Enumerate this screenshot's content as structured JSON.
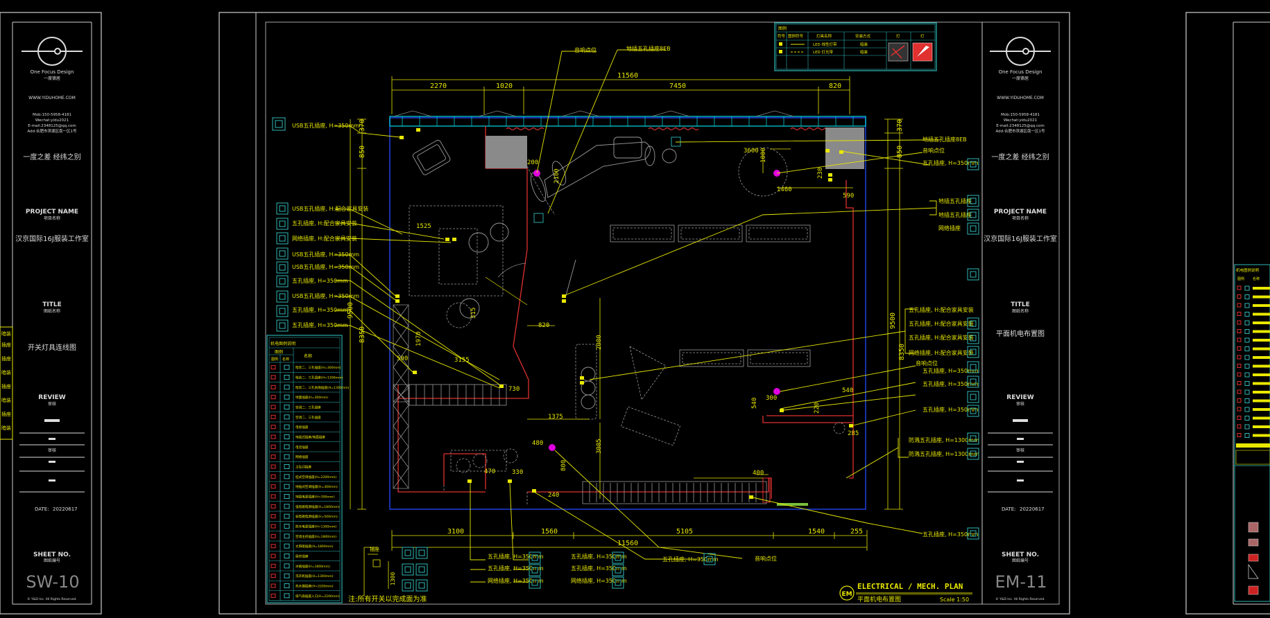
{
  "colors": {
    "background": "#000000",
    "frame": "#cfcfcf",
    "wall": "#e03030",
    "dimension": "#e8e800",
    "cyan": "#00c8d8",
    "outlet": "#2fb8b8",
    "blue": "#2040e0",
    "gray_furniture": "#9a9a9a",
    "magenta": "#e000e0"
  },
  "left_sheet": {
    "company": "One Focus Design",
    "company_cn": "一度德居",
    "website": "WWW.YIDUHOME.COM",
    "contact_lines": [
      "Mob:150-5958-4181",
      "Wechat:yidu2021",
      "E-mail:2348125@qq.com",
      "Add:合肥市滨湖区南一区1号"
    ],
    "slogan": "一度之差  经纬之别",
    "project_name_label": "PROJECT NAME",
    "project_name_cn": "项目名称",
    "project_name": "汉京国际16J服装工作室",
    "title_label": "TITLE",
    "title_cn": "图纸名称",
    "title": "开关灯具连线图",
    "review_label": "REVIEW",
    "review_cn": "审核",
    "review_note": "审核",
    "date_label": "DATE:",
    "date": "20220617",
    "sheet_no_label": "SHEET NO.",
    "sheet_no_cn": "图纸编号",
    "sheet_no": "SW-10",
    "copyright": "© Y&D Inc. All Rights Reserved."
  },
  "right_sheet": {
    "company": "One Focus Design",
    "company_cn": "一度德居",
    "website": "WWW.YIDUHOME.COM",
    "contact_lines": [
      "Mob:150-5958-4181",
      "Wechat:yidu2021",
      "E-mail:2348125@qq.com",
      "Add:合肥市滨湖区南一区1号"
    ],
    "slogan": "一度之差  经纬之别",
    "project_name_label": "PROJECT NAME",
    "project_name_cn": "项目名称",
    "project_name": "汉京国际16J服装工作室",
    "title_label": "TITLE",
    "title_cn": "图纸名称",
    "title": "平面机电布置图",
    "review_label": "REVIEW",
    "review_cn": "审核",
    "review_note": "审核",
    "date_label": "DATE:",
    "date": "20220617",
    "sheet_no_label": "SHEET NO.",
    "sheet_no_cn": "图纸编号",
    "sheet_no": "EM-11",
    "copyright": "© Y&D Inc. All Rights Reserved."
  },
  "plan": {
    "title_en": "ELECTRICAL / MECH. PLAN",
    "title_cn": "平面机电布置图",
    "scale": "Scale 1:50",
    "badge": "EM",
    "note": "注:所有开关以完成面为准",
    "top_dims": [
      "2270",
      "1020",
      "7450",
      "820"
    ],
    "top_total": "11560",
    "bottom_dims": [
      "3100",
      "1560",
      "5105",
      "1540",
      "255"
    ],
    "bottom_total": "11560",
    "left_dims": [
      "370",
      "850",
      "9500",
      "8350"
    ],
    "right_dims": [
      "370",
      "850",
      "9500",
      "8350"
    ],
    "inner_dims": [
      "1525",
      "2100",
      "200",
      "3600",
      "1000",
      "1460",
      "590",
      "230",
      "820",
      "2000",
      "1970",
      "3155",
      "315",
      "500",
      "730",
      "1375",
      "3005",
      "480",
      "800",
      "470",
      "330",
      "240",
      "400",
      "540",
      "300",
      "220",
      "540",
      "285"
    ],
    "top_callouts": [
      "音响点位",
      "地插五孔插座8EB"
    ],
    "left_callouts": [
      "USB五孔插座, H=350mm",
      "USB五孔插座, H:配合家具安装",
      "五孔插座, H:配合家具安装",
      "网络插座, H:配合家具安装",
      "USB五孔插座, H=350mm",
      "USB五孔插座, H=350mm",
      "五孔插座, H=350mm",
      "USB五孔插座, H=350mm",
      "五孔插座, H=350mm",
      "五孔插座, H=350mm"
    ],
    "right_callouts": [
      "地插五孔插座8EB",
      "音响点位",
      "五孔插座, H=350mm",
      "地插五孔插座",
      "地插五孔插座",
      "网络插座",
      "五孔插座, H:配合家具安装",
      "五孔插座, H:配合家具安装",
      "五孔插座, H:配合家具安装",
      "网络插座, H:配合家具安装",
      "音响点位",
      "五孔插座, H=350mm",
      "五孔插座, H=350mm",
      "五孔插座, H=350mm",
      "防溅五孔插座, H=1300mm",
      "防溅五孔插座, H=1300mm",
      "五孔插座, H=350mm"
    ],
    "bottom_callouts": [
      "五孔插座, H=350mm",
      "五孔插座, H=350mm",
      "网络插座, H=350mm",
      "五孔插座, H=350mm",
      "五孔插座, H=350mm",
      "网络插座, H=350mm",
      "五孔插座, H=350mm",
      "音响点位"
    ],
    "small_label": "插座",
    "bottom_small_dim": "1300"
  },
  "top_legend": {
    "title": "图例",
    "headers": [
      "符号",
      "图例符号",
      "灯具名称",
      "安装方式",
      "灯",
      "灯"
    ],
    "rows": [
      [
        "LED 线性灯带",
        "暗装"
      ],
      [
        "LED 灯光带",
        "暗装"
      ]
    ]
  },
  "left_legend": {
    "title": "机电图例说明",
    "headers": [
      "图例",
      "名称"
    ],
    "sub_headers": [
      "图例",
      "名称"
    ],
    "rows": [
      "暗装二、三孔插座(H=300mm)",
      "暗装二、三孔插座(H=1300mm)",
      "暗装二、三孔防溅插座(H=1300mm)",
      "地面插座(H=300mm)",
      "空调二、三孔插座",
      "空调二、三孔插座",
      "电视插座",
      "地插式插座/地面插座",
      "电话插座",
      "网络插座",
      "卫生间插座",
      "挂式空调插座(H=2200mm)",
      "地插式空调插座(H=300mm)",
      "地插电源插座(H=300mm)",
      "强电箱电源插座(H=1800mm)",
      "弱电箱电源插座(H=500mm)",
      "防水电源插座(H=1300mm)",
      "空调主机插座(H=1800mm)",
      "太阳能插座(H=1800mm)",
      "厨房插座",
      "冰箱插座(H=1800mm)",
      "洗衣机插座(H=1300mm)",
      "热水器插座(H=2200mm)",
      "排气扇插座入口(H=2200mm)"
    ]
  },
  "left_yellow_strip": [
    "暗装",
    "插座",
    "插座",
    "暗装",
    "插座",
    "暗装",
    "插座",
    "暗装"
  ],
  "right_partial_panel": {
    "legend_title": "机电图例说明",
    "headers": [
      "图例",
      "名称"
    ]
  }
}
